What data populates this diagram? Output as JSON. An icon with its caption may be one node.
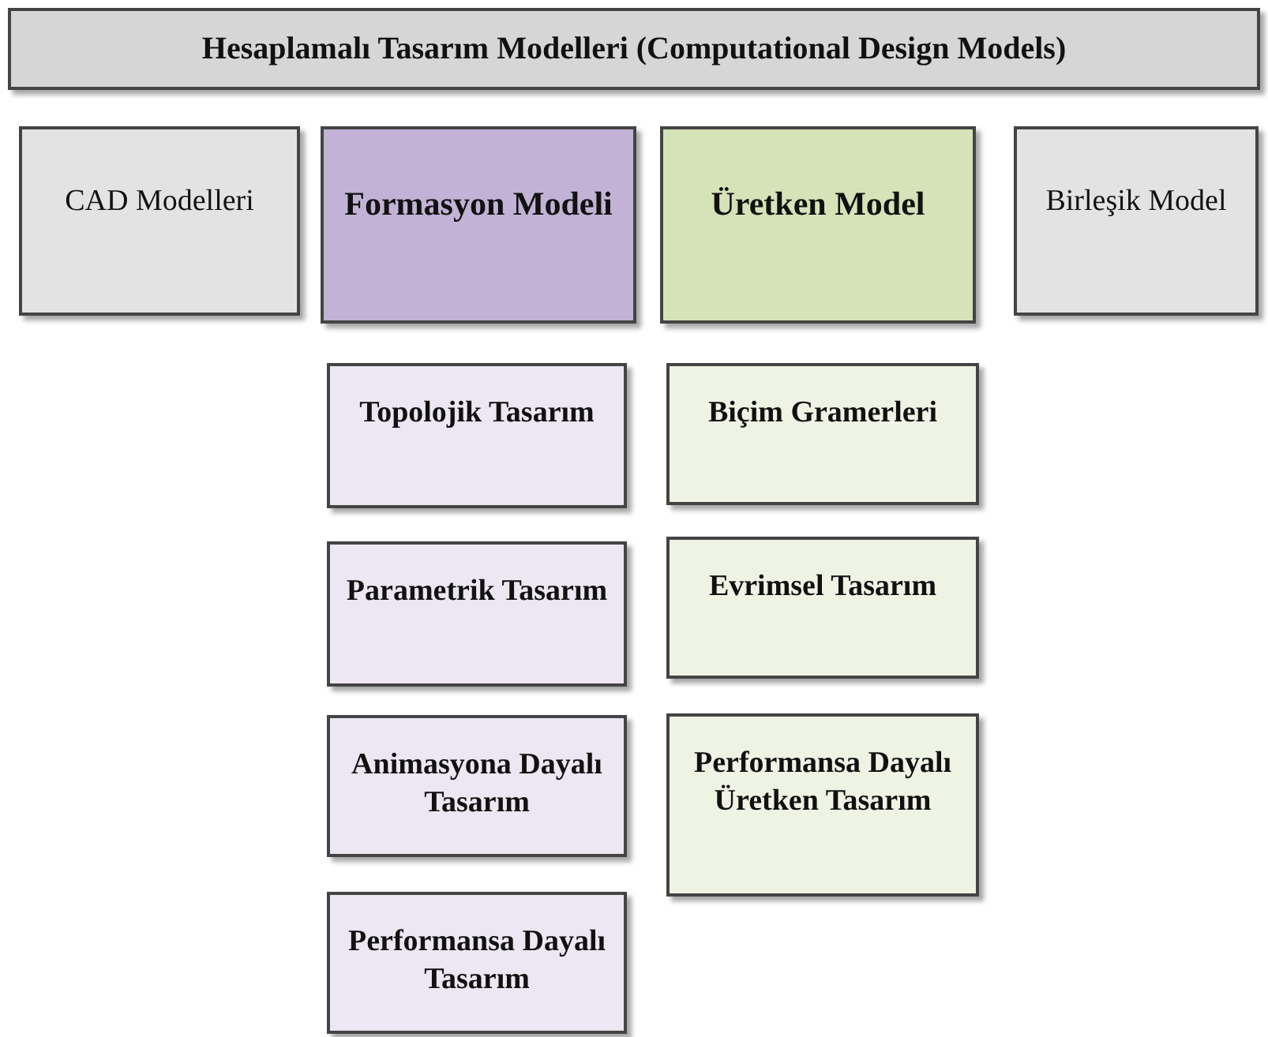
{
  "diagram": {
    "nodes": [
      {
        "text": [
          "Hesaplamalı Tasarım Modelleri (Computational Design Models)"
        ]
      },
      {
        "text": [
          "CAD Modelleri"
        ]
      },
      {
        "text": [
          "Formasyon Modeli"
        ]
      },
      {
        "text": [
          "Üretken Model"
        ]
      },
      {
        "text": [
          "Birleşik Model"
        ]
      },
      {
        "text": [
          "Topolojik Tasarım"
        ]
      },
      {
        "text": [
          "Parametrik Tasarım"
        ]
      },
      {
        "text": [
          "Animasyona Dayalı Tasarım"
        ]
      },
      {
        "text": [
          "Performansa Dayalı Tasarım"
        ]
      },
      {
        "text": [
          "Biçim Gramerleri"
        ]
      },
      {
        "text": [
          "Evrimsel Tasarım"
        ]
      },
      {
        "text": [
          "Performansa Dayalı Üretken Tasarım"
        ]
      }
    ],
    "edges": []
  }
}
